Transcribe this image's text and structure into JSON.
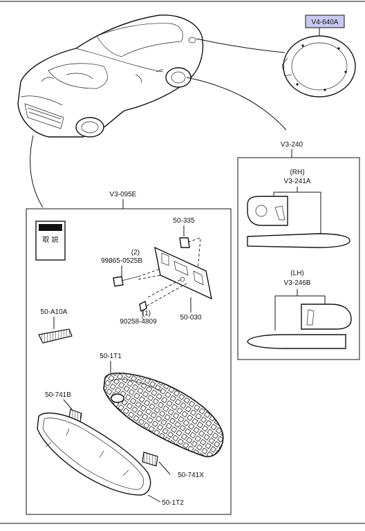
{
  "callouts": {
    "fuel_lid": "V4-640A",
    "garnish_group": "V3-240",
    "garnish_rh_side": "(RH)",
    "garnish_rh_code": "V3-241A",
    "garnish_lh_side": "(LH)",
    "garnish_lh_code": "V3-246B",
    "bumper_group": "V3-095E",
    "manual_label": "取 説",
    "part_50_335": "50-335",
    "bolt_qty": "(2)",
    "bolt_code": "99865-0525B",
    "screw_qty": "(1)",
    "screw_code": "90258-4809",
    "bracket_code": "50-030",
    "part_50_a10a": "50-A10A",
    "grille_code": "50-1T1",
    "part_50_741b": "50-741B",
    "part_50_741x": "50-741X",
    "frame_code": "50-1T2"
  },
  "colors": {
    "callout_highlight": "#c8c8f0",
    "line": "#111111"
  }
}
